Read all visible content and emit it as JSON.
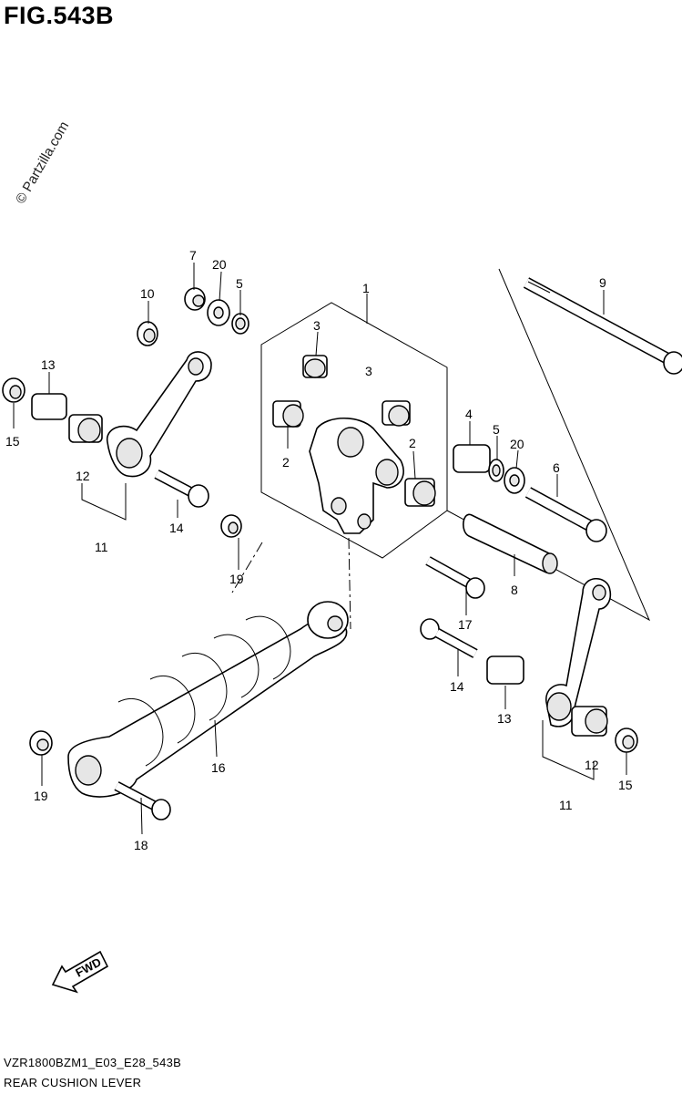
{
  "figure": {
    "title": "FIG.543B",
    "watermark": "© Partzilla.com",
    "footer_code": "VZR1800BZM1_E03_E28_543B",
    "footer_name": "REAR CUSHION LEVER"
  },
  "fwd_arrow": {
    "label": "FWD",
    "icon": "fwd-arrow-icon"
  },
  "callouts": [
    {
      "id": "c1",
      "text": "1"
    },
    {
      "id": "c2a",
      "text": "2"
    },
    {
      "id": "c2b",
      "text": "2"
    },
    {
      "id": "c3a",
      "text": "3"
    },
    {
      "id": "c3b",
      "text": "3"
    },
    {
      "id": "c4",
      "text": "4"
    },
    {
      "id": "c5a",
      "text": "5"
    },
    {
      "id": "c5b",
      "text": "5"
    },
    {
      "id": "c6",
      "text": "6"
    },
    {
      "id": "c7",
      "text": "7"
    },
    {
      "id": "c8",
      "text": "8"
    },
    {
      "id": "c9",
      "text": "9"
    },
    {
      "id": "c10",
      "text": "10"
    },
    {
      "id": "c11a",
      "text": "11"
    },
    {
      "id": "c11b",
      "text": "11"
    },
    {
      "id": "c12a",
      "text": "12"
    },
    {
      "id": "c12b",
      "text": "12"
    },
    {
      "id": "c13a",
      "text": "13"
    },
    {
      "id": "c13b",
      "text": "13"
    },
    {
      "id": "c14a",
      "text": "14"
    },
    {
      "id": "c14b",
      "text": "14"
    },
    {
      "id": "c15a",
      "text": "15"
    },
    {
      "id": "c15b",
      "text": "15"
    },
    {
      "id": "c16",
      "text": "16"
    },
    {
      "id": "c17",
      "text": "17"
    },
    {
      "id": "c18",
      "text": "18"
    },
    {
      "id": "c19a",
      "text": "19"
    },
    {
      "id": "c19b",
      "text": "19"
    },
    {
      "id": "c20a",
      "text": "20"
    },
    {
      "id": "c20b",
      "text": "20"
    }
  ]
}
